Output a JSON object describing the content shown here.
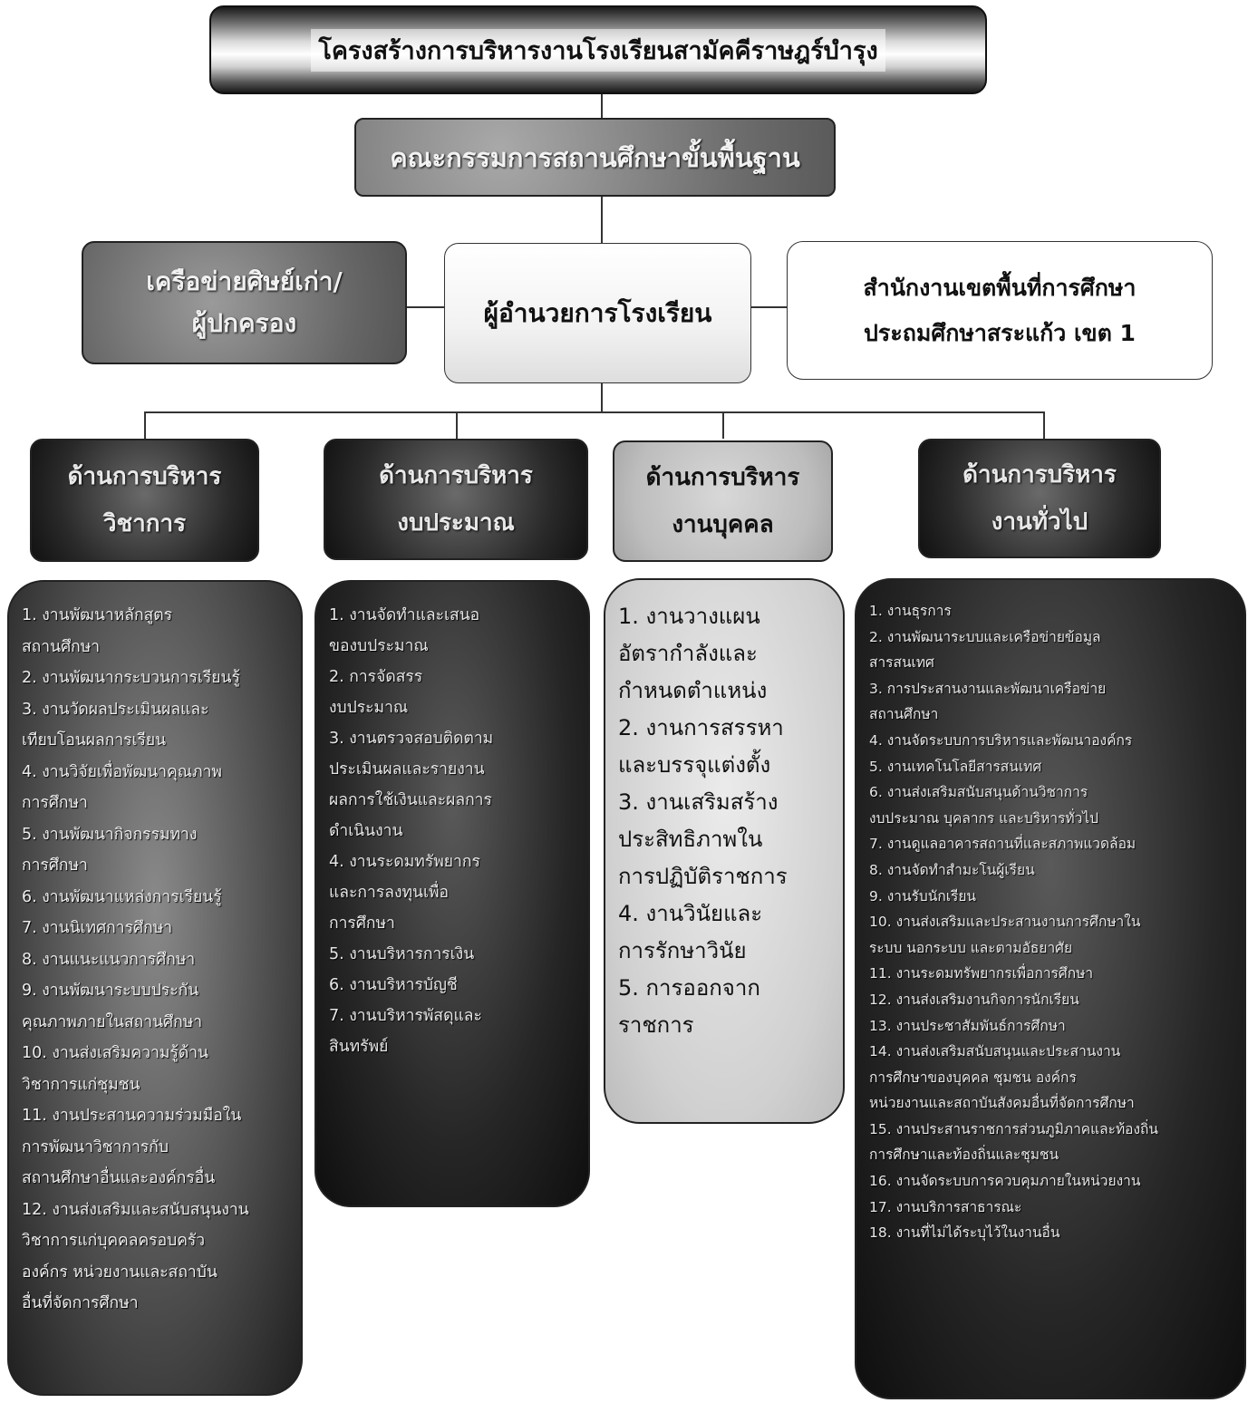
{
  "title": "โครงสร้างการบริหารงานโรงเรียนสามัคคีราษฎร์บำรุง",
  "board": "คณะกรรมการสถานศึกษาขั้นพื้นฐาน",
  "alumni": [
    "เครือข่ายศิษย์เก่า/",
    "ผู้ปกครอง"
  ],
  "director": "ผู้อำนวยการโรงเรียน",
  "office": [
    "สำนักงานเขตพื้นที่การศึกษา",
    "ประถมศึกษาสระแก้ว เขต 1"
  ],
  "departments": [
    {
      "title": [
        "ด้านการบริหาร",
        "วิชาการ"
      ],
      "tasks": [
        "1. งานพัฒนาหลักสูตร\nสถานศึกษา",
        "2. งานพัฒนากระบวนการเรียนรู้",
        "3. งานวัดผลประเมินผลและ\nเทียบโอนผลการเรียน",
        "4. งานวิจัยเพื่อพัฒนาคุณภาพ\nการศึกษา",
        "5. งานพัฒนากิจกรรมทาง\nการศึกษา",
        "6. งานพัฒนาแหล่งการเรียนรู้",
        "7. งานนิเทศการศึกษา",
        "8. งานแนะแนวการศึกษา",
        "9. งานพัฒนาระบบประกัน\nคุณภาพภายในสถานศึกษา",
        "10. งานส่งเสริมความรู้ด้าน\nวิชาการแก่ชุมชน",
        "11. งานประสานความร่วมมือใน\nการพัฒนาวิชาการกับ\nสถานศึกษาอื่นและองค์กรอื่น",
        "12. งานส่งเสริมและสนับสนุนงาน\nวิชาการแก่บุคคลครอบครัว\nองค์กร หน่วยงานและสถาบัน\nอื่นที่จัดการศึกษา"
      ]
    },
    {
      "title": [
        "ด้านการบริหาร",
        "งบประมาณ"
      ],
      "tasks": [
        "1. งานจัดทำและเสนอ\nของบประมาณ",
        "2. การจัดสรร\nงบประมาณ",
        "3. งานตรวจสอบติดตาม\nประเมินผลและรายงาน\nผลการใช้เงินและผลการ\nดำเนินงาน",
        "4. งานระดมทรัพยากร\nและการลงทุนเพื่อ\nการศึกษา",
        "5. งานบริหารการเงิน",
        "6. งานบริหารบัญชี",
        "7. งานบริหารพัสดุและ\nสินทรัพย์"
      ]
    },
    {
      "title": [
        "ด้านการบริหาร",
        "งานบุคคล"
      ],
      "tasks": [
        "1. งานวางแผน\nอัตรากำลังและ\nกำหนดตำแหน่ง",
        "2. งานการสรรหา\nและบรรจุแต่งตั้ง",
        "3. งานเสริมสร้าง\nประสิทธิภาพใน\nการปฏิบัติราชการ",
        "4. งานวินัยและ\nการรักษาวินัย",
        "5. การออกจาก\nราชการ"
      ]
    },
    {
      "title": [
        "ด้านการบริหาร",
        "งานทั่วไป"
      ],
      "tasks": [
        "1. งานธุรการ",
        "2. งานพัฒนาระบบและเครือข่ายข้อมูล\nสารสนเทศ",
        "3. การประสานงานและพัฒนาเครือข่าย\nสถานศึกษา",
        "4. งานจัดระบบการบริหารและพัฒนาองค์กร",
        "5. งานเทคโนโลยีสารสนเทศ",
        "6. งานส่งเสริมสนับสนุนด้านวิชาการ\nงบประมาณ บุคลากร และบริหารทั่วไป",
        "7. งานดูแลอาคารสถานที่และสภาพแวดล้อม",
        "8. งานจัดทำสำมะโนผู้เรียน",
        "9. งานรับนักเรียน",
        "10. งานส่งเสริมและประสานงานการศึกษาใน\nระบบ นอกระบบ และตามอัธยาศัย",
        "11. งานระดมทรัพยากรเพื่อการศึกษา",
        "12. งานส่งเสริมงานกิจการนักเรียน",
        "13. งานประชาสัมพันธ์การศึกษา",
        "14. งานส่งเสริมสนับสนุนและประสานงาน\nการศึกษาของบุคคล ชุมชน องค์กร\nหน่วยงานและสถาบันสังคมอื่นที่จัดการศึกษา",
        "15. งานประสานราชการส่วนภูมิภาคและท้องถิ่น\nการศึกษาและท้องถิ่นและชุมชน",
        "16. งานจัดระบบการควบคุมภายในหน่วยงาน",
        "17. งานบริการสาธารณะ",
        "18. งานที่ไม่ได้ระบุไว้ในงานอื่น"
      ]
    }
  ]
}
